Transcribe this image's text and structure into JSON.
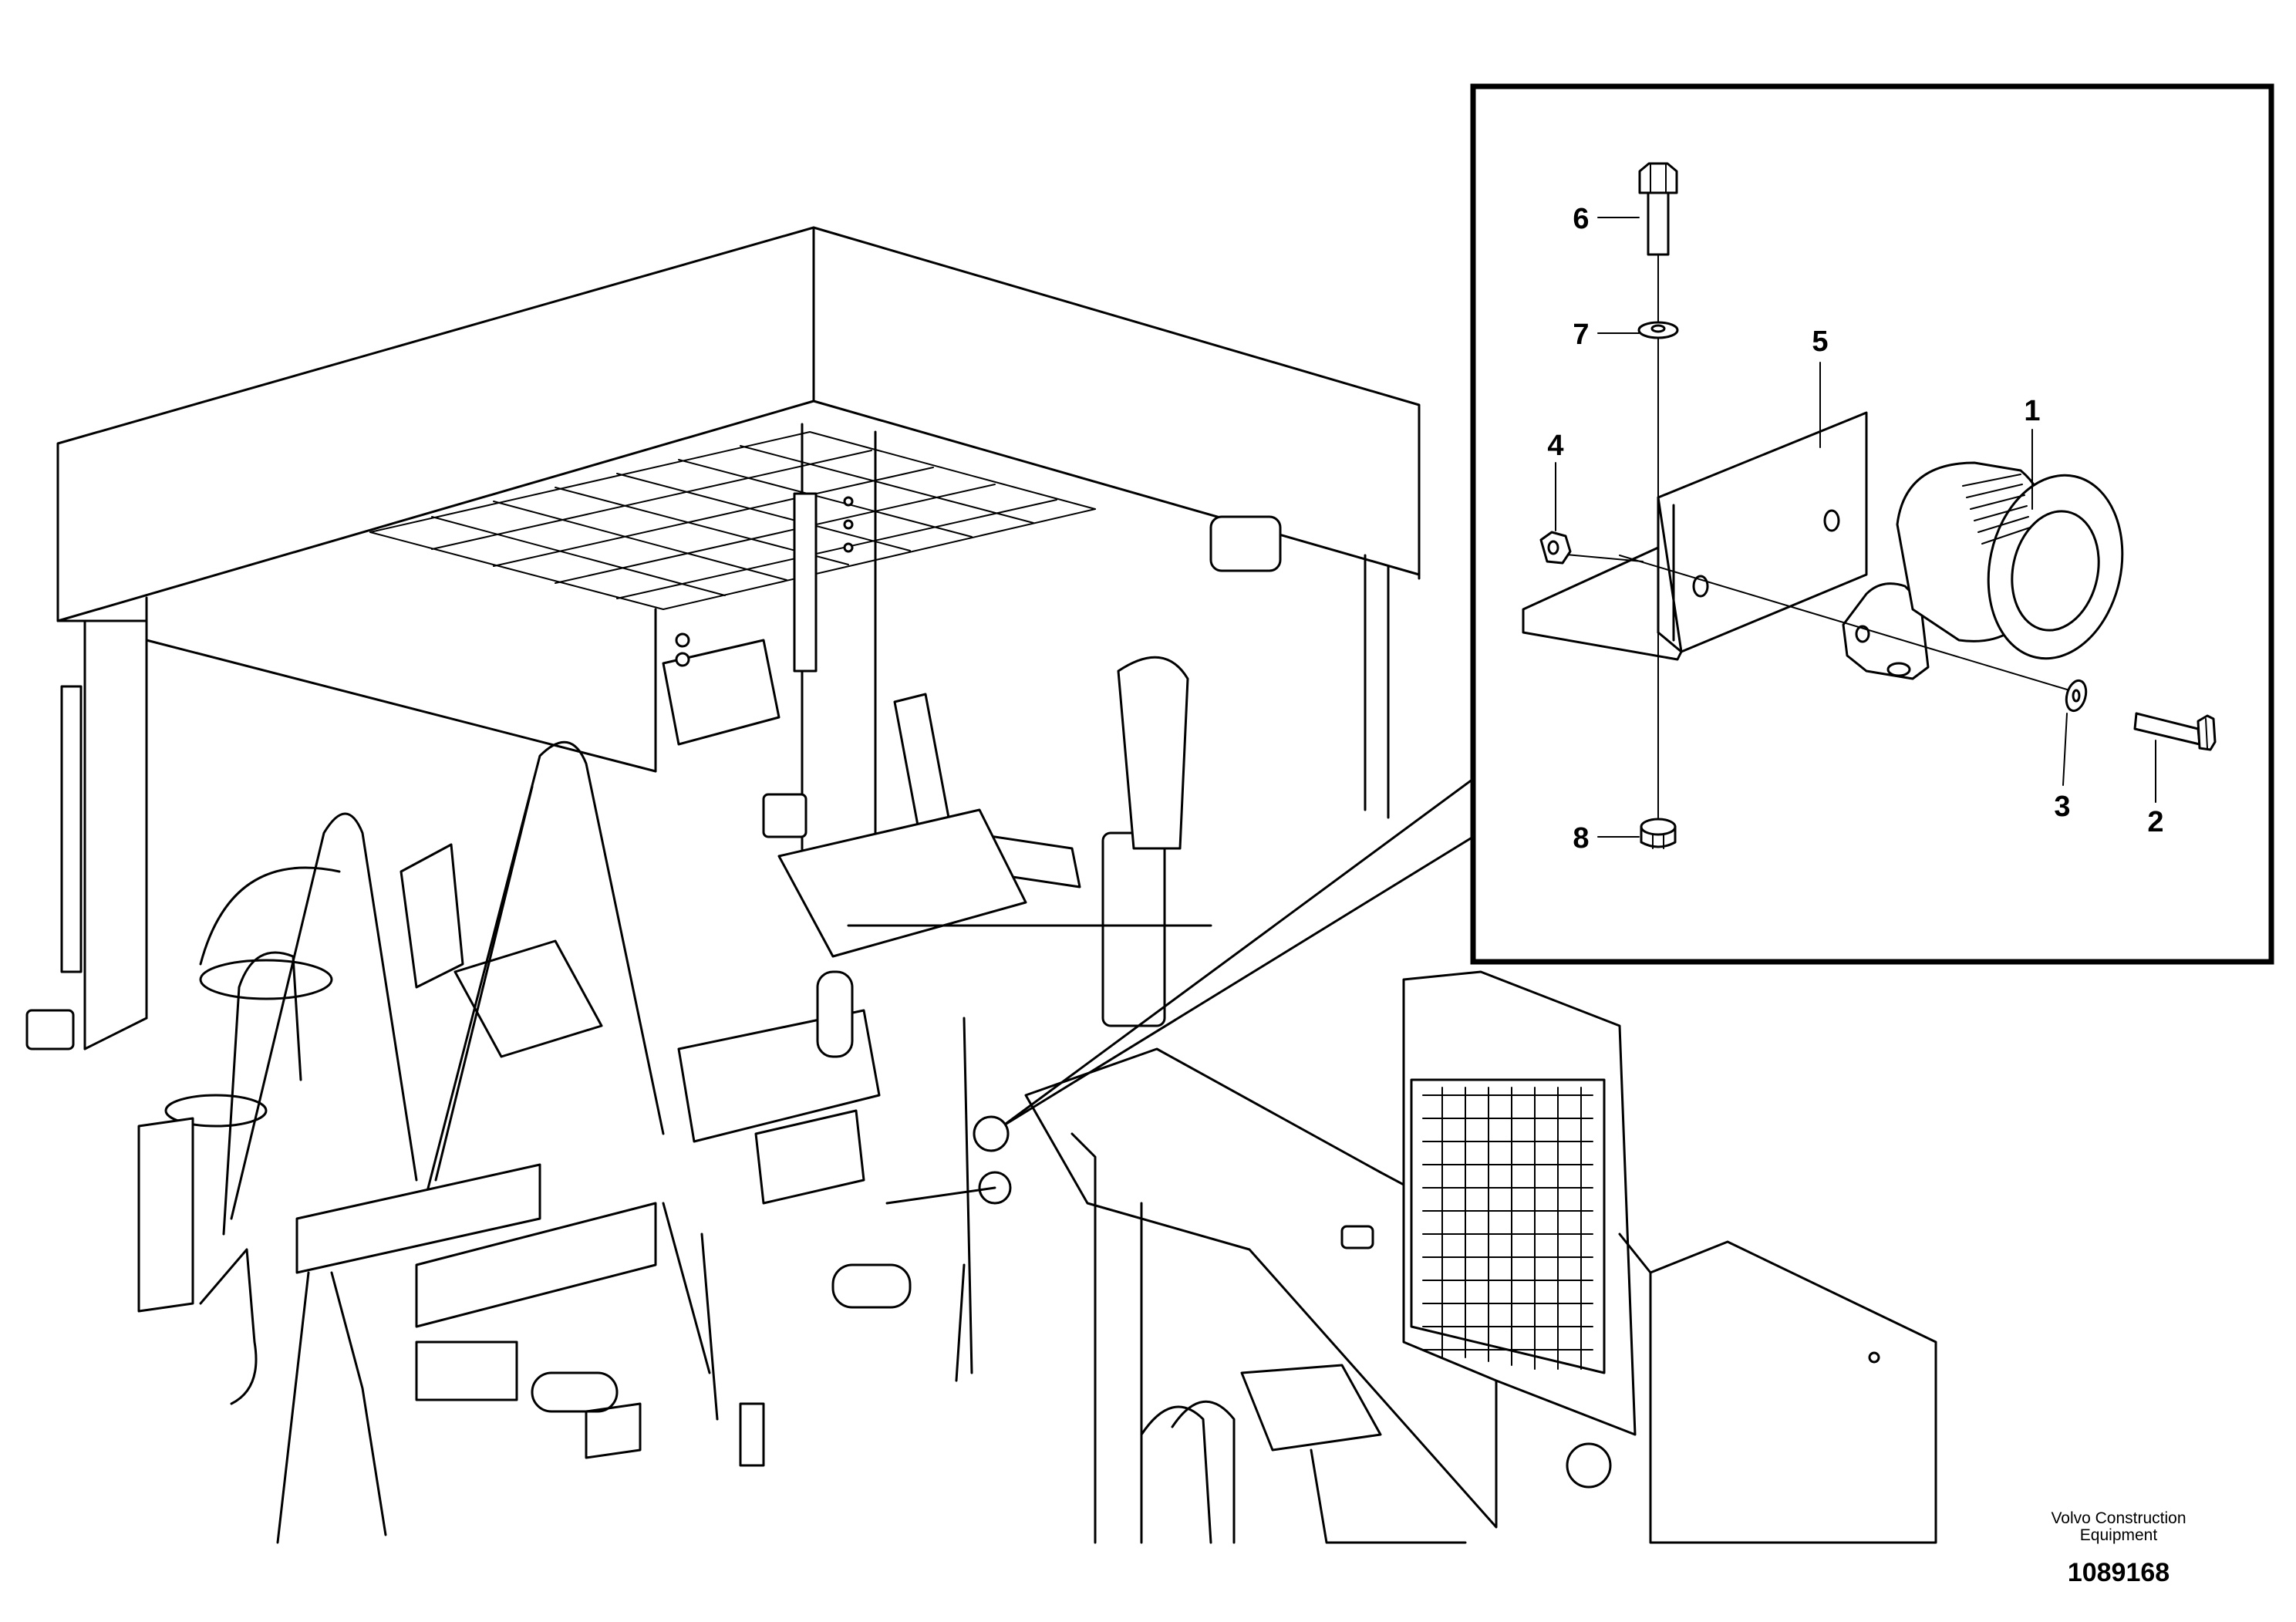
{
  "diagram": {
    "callouts": [
      {
        "id": "1",
        "label": "1"
      },
      {
        "id": "2",
        "label": "2"
      },
      {
        "id": "3",
        "label": "3"
      },
      {
        "id": "4",
        "label": "4"
      },
      {
        "id": "5",
        "label": "5"
      },
      {
        "id": "6",
        "label": "6"
      },
      {
        "id": "7",
        "label": "7"
      },
      {
        "id": "8",
        "label": "8"
      }
    ]
  },
  "footer": {
    "brand": "Volvo Construction",
    "brand_line2": "Equipment",
    "drawing_number": "1089168"
  }
}
